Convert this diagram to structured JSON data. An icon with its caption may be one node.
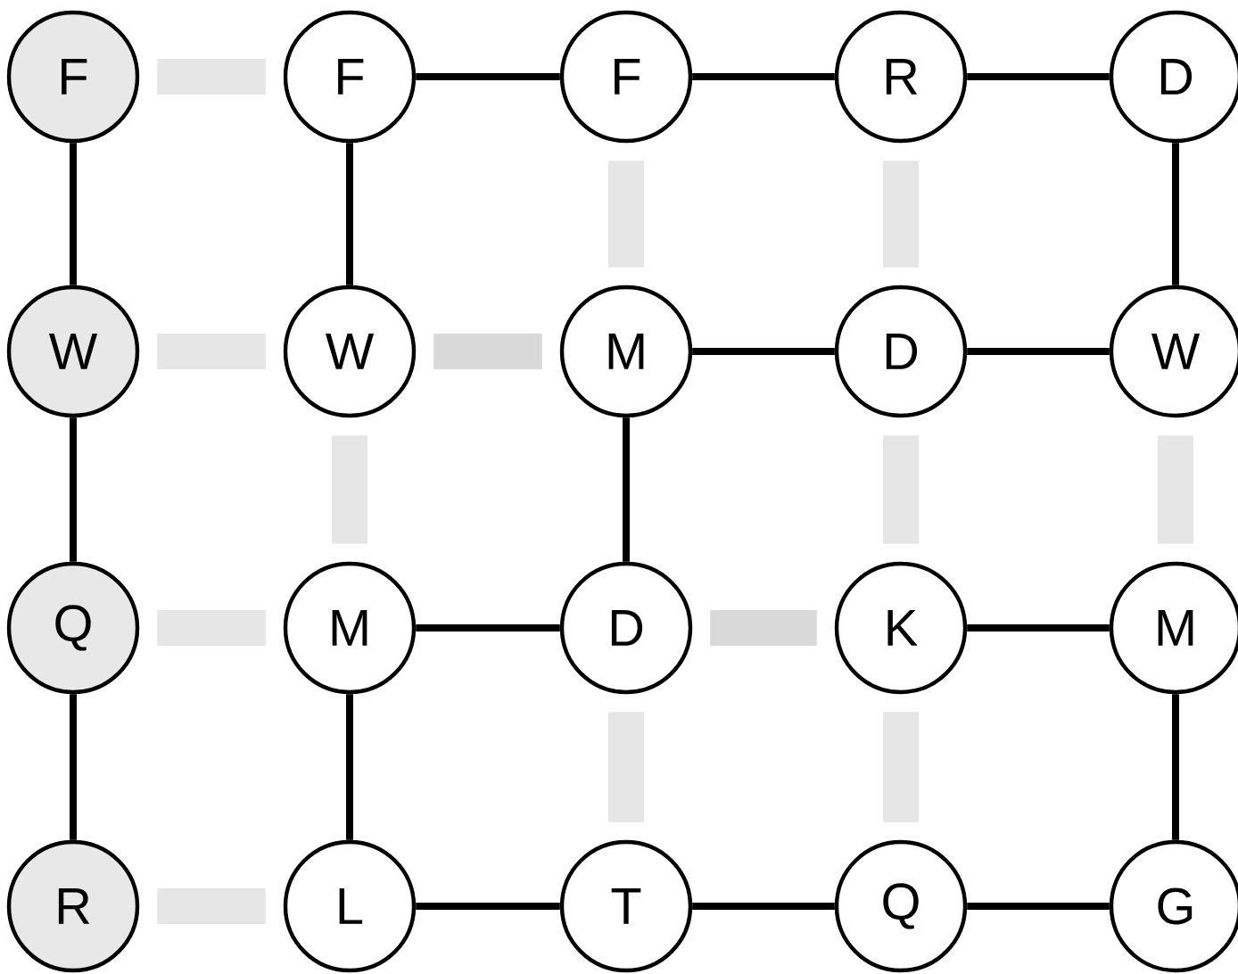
{
  "diagram": {
    "nodes": [
      {
        "text": [
          "F"
        ]
      },
      {
        "text": [
          "F"
        ]
      },
      {
        "text": [
          "F"
        ]
      },
      {
        "text": [
          "R"
        ]
      },
      {
        "text": [
          "D"
        ]
      },
      {
        "text": [
          "W"
        ]
      },
      {
        "text": [
          "W"
        ]
      },
      {
        "text": [
          "M"
        ]
      },
      {
        "text": [
          "D"
        ]
      },
      {
        "text": [
          "W"
        ]
      },
      {
        "text": [
          "Q"
        ]
      },
      {
        "text": [
          "M"
        ]
      },
      {
        "text": [
          "D"
        ]
      },
      {
        "text": [
          "K"
        ]
      },
      {
        "text": [
          "M"
        ]
      },
      {
        "text": [
          "R"
        ]
      },
      {
        "text": [
          "L"
        ]
      },
      {
        "text": [
          "T"
        ]
      },
      {
        "text": [
          "Q"
        ]
      },
      {
        "text": [
          "G"
        ]
      }
    ],
    "edges": [
      {
        "from": 0,
        "to": 1,
        "arrow": "none",
        "style": "thick",
        "color": "#e6e6e6"
      },
      {
        "from": 1,
        "to": 2,
        "arrow": "none"
      },
      {
        "from": 2,
        "to": 3,
        "arrow": "none"
      },
      {
        "from": 3,
        "to": 4,
        "arrow": "none"
      },
      {
        "from": 5,
        "to": 6,
        "arrow": "none",
        "style": "thick",
        "color": "#e6e6e6"
      },
      {
        "from": 6,
        "to": 7,
        "arrow": "none",
        "style": "thick",
        "color": "#d9d9d9"
      },
      {
        "from": 7,
        "to": 8,
        "arrow": "none"
      },
      {
        "from": 8,
        "to": 9,
        "arrow": "none"
      },
      {
        "from": 10,
        "to": 11,
        "arrow": "none",
        "style": "thick",
        "color": "#e6e6e6"
      },
      {
        "from": 11,
        "to": 12,
        "arrow": "none"
      },
      {
        "from": 12,
        "to": 13,
        "arrow": "none",
        "style": "thick",
        "color": "#d9d9d9"
      },
      {
        "from": 13,
        "to": 14,
        "arrow": "none"
      },
      {
        "from": 15,
        "to": 16,
        "arrow": "none",
        "style": "thick",
        "color": "#e6e6e6"
      },
      {
        "from": 16,
        "to": 17,
        "arrow": "none"
      },
      {
        "from": 17,
        "to": 18,
        "arrow": "none"
      },
      {
        "from": 18,
        "to": 19,
        "arrow": "none"
      },
      {
        "from": 0,
        "to": 5,
        "arrow": "none"
      },
      {
        "from": 5,
        "to": 10,
        "arrow": "none"
      },
      {
        "from": 10,
        "to": 15,
        "arrow": "none"
      },
      {
        "from": 1,
        "to": 6,
        "arrow": "none"
      },
      {
        "from": 6,
        "to": 11,
        "arrow": "none",
        "style": "thick",
        "color": "#e6e6e6"
      },
      {
        "from": 11,
        "to": 16,
        "arrow": "none"
      },
      {
        "from": 2,
        "to": 7,
        "arrow": "none",
        "style": "thick",
        "color": "#e6e6e6"
      },
      {
        "from": 7,
        "to": 12,
        "arrow": "none"
      },
      {
        "from": 12,
        "to": 17,
        "arrow": "none",
        "style": "thick",
        "color": "#e6e6e6"
      },
      {
        "from": 3,
        "to": 8,
        "arrow": "none",
        "style": "thick",
        "color": "#e6e6e6"
      },
      {
        "from": 8,
        "to": 13,
        "arrow": "none",
        "style": "thick",
        "color": "#e6e6e6"
      },
      {
        "from": 13,
        "to": 18,
        "arrow": "none",
        "style": "thick",
        "color": "#e6e6e6"
      },
      {
        "from": 4,
        "to": 9,
        "arrow": "none"
      },
      {
        "from": 9,
        "to": 14,
        "arrow": "none",
        "style": "thick",
        "color": "#e6e6e6"
      },
      {
        "from": 14,
        "to": 19,
        "arrow": "none"
      }
    ]
  }
}
